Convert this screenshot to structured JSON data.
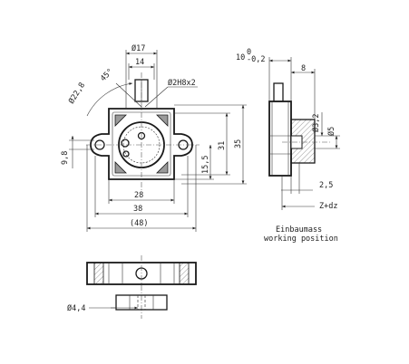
{
  "drawing": {
    "caption": {
      "line1": "Einbaumass",
      "line2": "working position"
    },
    "front_view": {
      "dia_17": "Ø17",
      "dim_14": "14",
      "dia_22": "Ø22,8",
      "angle_45": "45°",
      "dia_2h": "Ø2H8x2",
      "dim_9_8": "9,8",
      "dim_15_5": "15,5",
      "dim_31": "31",
      "dim_35": "35",
      "dim_28": "28",
      "dim_38": "38",
      "dim_48": "(48)"
    },
    "side_view": {
      "dim_10": "10",
      "tol_10": "0",
      "tol_10_lower": "-0,2",
      "dim_8": "8",
      "dia_3_2": "Ø3,2",
      "dia_5": "Ø5",
      "dim_2_5": "2,5",
      "dim_z": "Z+dz"
    },
    "bottom_view": {
      "dia_4_4": "Ø4,4"
    }
  }
}
